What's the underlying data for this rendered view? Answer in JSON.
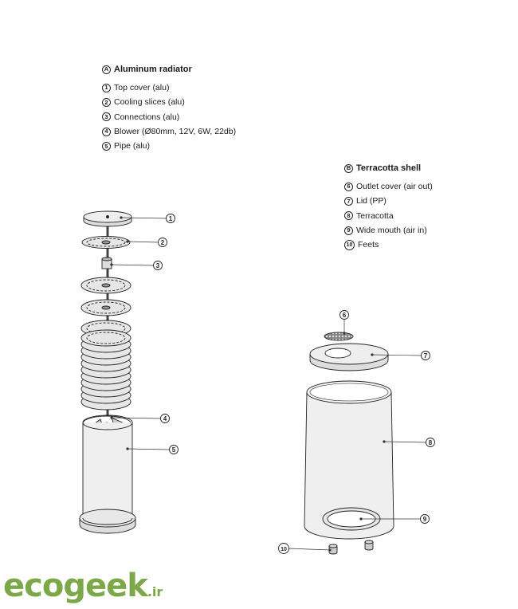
{
  "section_a": {
    "letter": "A",
    "title": "Aluminum radiator",
    "items": [
      {
        "num": "1",
        "label": "Top cover (alu)"
      },
      {
        "num": "2",
        "label": "Cooling slices (alu)"
      },
      {
        "num": "3",
        "label": "Connections (alu)"
      },
      {
        "num": "4",
        "label": "Blower (Ø80mm, 12V, 6W, 22db)"
      },
      {
        "num": "5",
        "label": "Pipe (alu)"
      }
    ]
  },
  "section_b": {
    "letter": "B",
    "title": "Terracotta shell",
    "items": [
      {
        "num": "6",
        "label": "Outlet cover (air out)"
      },
      {
        "num": "7",
        "label": "Lid (PP)"
      },
      {
        "num": "8",
        "label": "Terracotta"
      },
      {
        "num": "9",
        "label": "Wide mouth (air in)"
      },
      {
        "num": "10",
        "label": "Feets"
      }
    ]
  },
  "callouts": [
    "1",
    "2",
    "3",
    "4",
    "5",
    "6",
    "7",
    "8",
    "9",
    "10"
  ],
  "watermark": {
    "main": "ecogeek",
    "suffix": ".ir",
    "color": "#7da849"
  },
  "colors": {
    "line": "#222222",
    "fill": "#eeeeee",
    "shade": "#d8d8d8"
  }
}
